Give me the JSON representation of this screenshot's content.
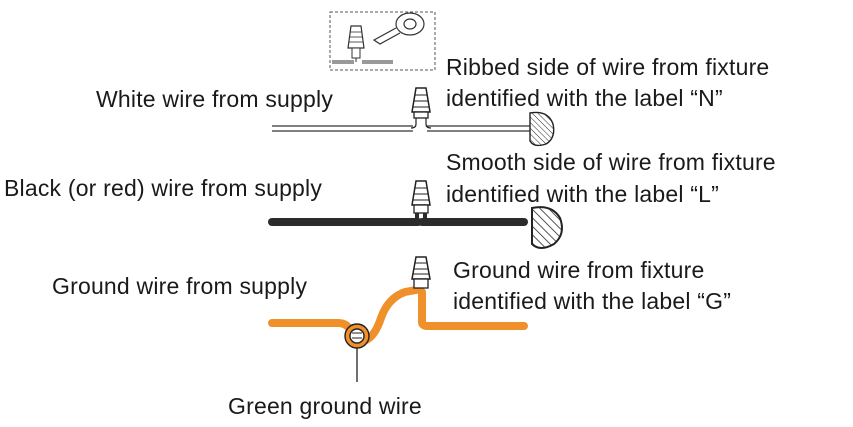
{
  "labels": {
    "white_supply": "White wire from supply",
    "ribbed_line1": "Ribbed side of wire from fixture",
    "ribbed_line2": "identified with the label “N”",
    "black_supply": "Black (or red) wire from supply",
    "smooth_line1": "Smooth side of wire from fixture",
    "smooth_line2": "identified with the label “L”",
    "ground_supply": "Ground wire from supply",
    "ground_fixture_line1": "Ground wire from fixture",
    "ground_fixture_line2": "identified with the label “G”",
    "green_ground": "Green ground wire"
  },
  "colors": {
    "line": "#2a2a2a",
    "black_wire": "#2b2b2b",
    "ground_wire": "#f0902a"
  },
  "icons": {
    "inset": "wire-nut-and-tape-icon",
    "connector": "wire-nut-icon",
    "wire_end": "wire-cross-section-icon",
    "screw": "ground-screw-icon"
  }
}
